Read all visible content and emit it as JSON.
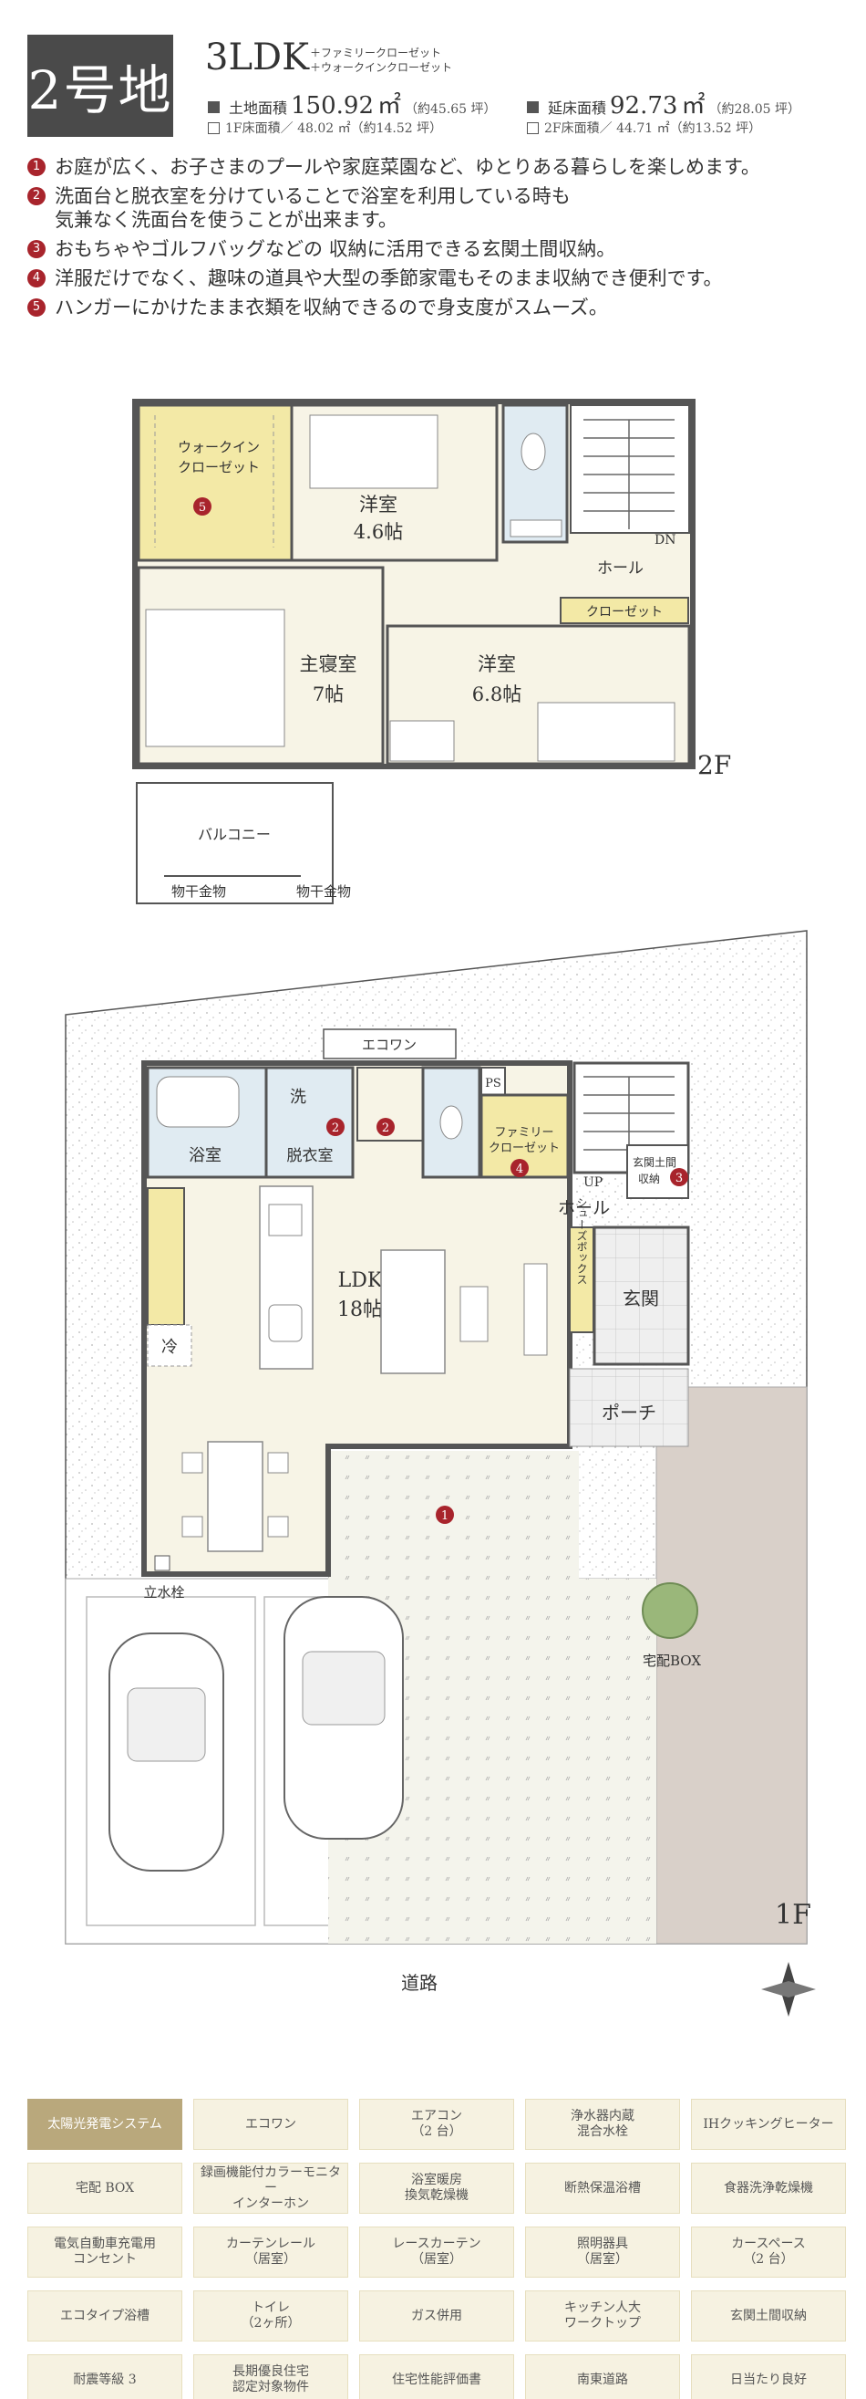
{
  "header": {
    "lot": "2号地",
    "layout_type": "3LDK",
    "layout_notes": [
      "＋ファミリークローゼット",
      "＋ウォークインクローゼット"
    ],
    "land_area": {
      "label": "土地面積",
      "value": "150.92",
      "unit": "㎡",
      "tsubo": "（約45.65 坪）"
    },
    "floor_area": {
      "label": "延床面積",
      "value": "92.73",
      "unit": "㎡",
      "tsubo": "（約28.05 坪）"
    },
    "floor1": {
      "label": "1F床面積",
      "value": "／ 48.02 ㎡（約14.52 坪）"
    },
    "floor2": {
      "label": "2F床面積",
      "value": "／ 44.71 ㎡（約13.52 坪）"
    }
  },
  "features": [
    {
      "num": "1",
      "lines": [
        "お庭が広く、お子さまのプールや家庭菜園など、ゆとりある暮らしを楽しめます。"
      ]
    },
    {
      "num": "2",
      "lines": [
        "洗面台と脱衣室を分けていることで浴室を利用している時も",
        "気兼なく洗面台を使うことが出来ます。"
      ]
    },
    {
      "num": "3",
      "lines": [
        "おもちゃやゴルフバッグなどの 収納に活用できる玄関土間収納。"
      ]
    },
    {
      "num": "4",
      "lines": [
        "洋服だけでなく、趣味の道具や大型の季節家電もそのまま収納でき便利です。"
      ]
    },
    {
      "num": "5",
      "lines": [
        "ハンガーにかけたまま衣類を収納できるので身支度がスムーズ。"
      ]
    }
  ],
  "floor2": {
    "label": "2F",
    "wic": [
      "ウォークイン",
      "クローゼット"
    ],
    "wic_badge": "5",
    "room1": [
      "洋室",
      "4.6帖"
    ],
    "master": [
      "主寝室",
      "7帖"
    ],
    "room2": [
      "洋室",
      "6.8帖"
    ],
    "closet": "クローゼット",
    "hall": "ホール",
    "dn": "DN",
    "balcony": "バルコニー",
    "drying1": "物干金物",
    "drying2": "物干金物"
  },
  "floor1": {
    "label": "1F",
    "ecowan": "エコワン",
    "ps": "PS",
    "bath": "浴室",
    "wash": "洗",
    "dressing": "脱衣室",
    "family_closet": [
      "ファミリー",
      "クローゼット"
    ],
    "storage": [
      "玄関土間",
      "収納"
    ],
    "up": "UP",
    "hall": "ホール",
    "shoes_box": "シューズボックス",
    "ldk": [
      "LDK",
      "18帖"
    ],
    "fridge": "冷",
    "entrance": "玄関",
    "porch": "ポーチ",
    "faucet": "立水栓",
    "delivery_box": "宅配BOX",
    "road": "道路",
    "badges": {
      "garden": "1",
      "wash": "2",
      "toilet": "2",
      "storage": "3",
      "family": "4"
    }
  },
  "amenities": [
    {
      "label": "太陽光発電システム",
      "active": true
    },
    {
      "label": "エコワン"
    },
    {
      "label": "エアコン\n（2 台）"
    },
    {
      "label": "浄水器内蔵\n混合水栓"
    },
    {
      "label": "IHクッキングヒーター"
    },
    {
      "label": "宅配 BOX"
    },
    {
      "label": "録画機能付カラーモニター\nインターホン"
    },
    {
      "label": "浴室暖房\n換気乾燥機"
    },
    {
      "label": "断熱保温浴槽"
    },
    {
      "label": "食器洗浄乾燥機"
    },
    {
      "label": "電気自動車充電用\nコンセント"
    },
    {
      "label": "カーテンレール\n（居室）"
    },
    {
      "label": "レースカーテン\n（居室）"
    },
    {
      "label": "照明器具\n（居室）"
    },
    {
      "label": "カースペース\n（2 台）"
    },
    {
      "label": "エコタイプ浴槽"
    },
    {
      "label": "トイレ\n（2ヶ所）"
    },
    {
      "label": "ガス併用"
    },
    {
      "label": "キッチン人大\nワークトップ"
    },
    {
      "label": "玄関土間収納"
    },
    {
      "label": "耐震等級 3"
    },
    {
      "label": "長期優良住宅\n認定対象物件"
    },
    {
      "label": "住宅性能評価書"
    },
    {
      "label": "南東道路"
    },
    {
      "label": "日当たり良好"
    }
  ],
  "colors": {
    "accent": "#a8242c",
    "room": "#f7f4e6",
    "wet": "#e0ebf2",
    "closet": "#f3e9a6",
    "wall": "#555555",
    "badge": "#4a4a4a"
  }
}
